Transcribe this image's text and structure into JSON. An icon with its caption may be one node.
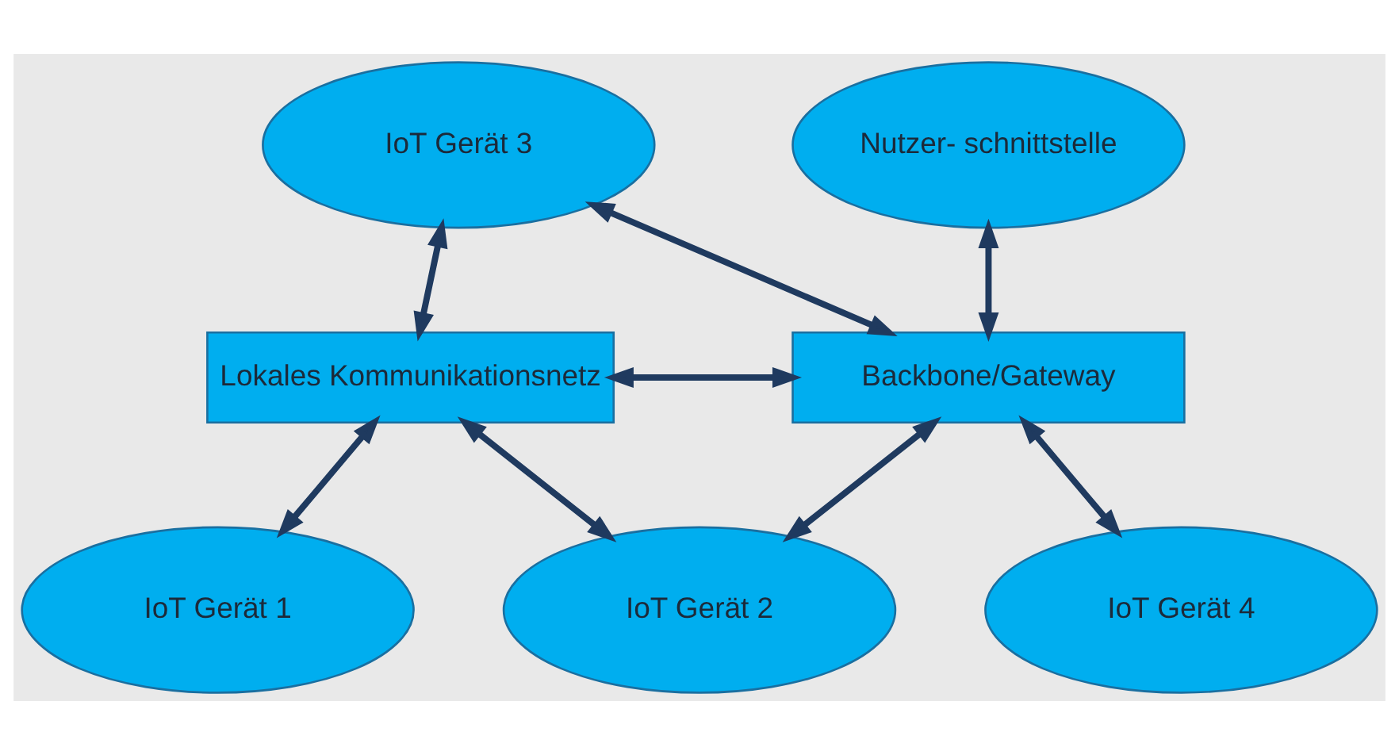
{
  "diagram": {
    "nodes": [
      {
        "text": [
          "Lokales Kommunikationsnetz"
        ]
      },
      {
        "text": [
          "IoT Gerät 3"
        ]
      },
      {
        "text": [
          "Nutzer- schnittstelle"
        ]
      },
      {
        "text": [
          "Backbone/Gateway"
        ]
      },
      {
        "text": [
          "IoT Gerät 1"
        ]
      },
      {
        "text": [
          "IoT Gerät 2"
        ]
      },
      {
        "text": [
          "IoT Gerät 4"
        ]
      }
    ],
    "edges": [
      {
        "from": 0,
        "to": 3,
        "arrow": "both"
      },
      {
        "from": 1,
        "to": 0,
        "arrow": "both"
      },
      {
        "from": 1,
        "to": 3,
        "arrow": "both"
      },
      {
        "from": 5,
        "to": 0,
        "arrow": "both"
      },
      {
        "from": 5,
        "to": 3,
        "arrow": "both"
      },
      {
        "from": 2,
        "to": 3,
        "arrow": "both"
      },
      {
        "from": 0,
        "to": 4,
        "arrow": "both"
      },
      {
        "from": 3,
        "to": 6,
        "arrow": "both"
      }
    ]
  }
}
